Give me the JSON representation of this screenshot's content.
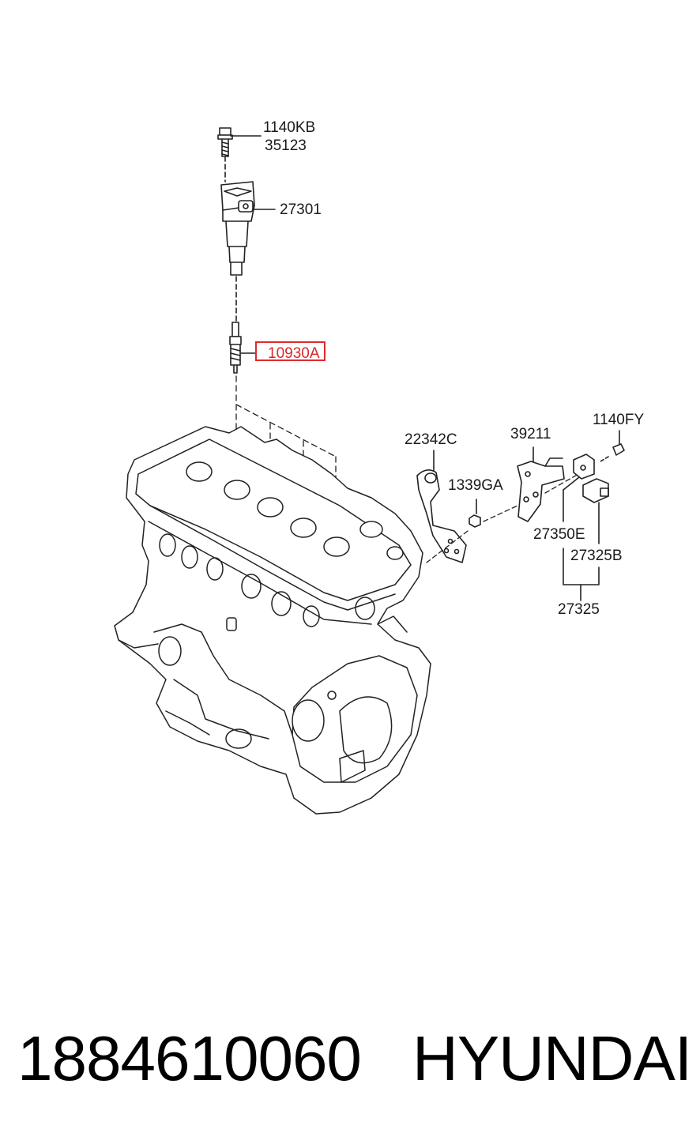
{
  "labels": {
    "bolt_1": "1140KB",
    "bolt_2": "35123",
    "ignition_coil": "27301",
    "spark_plug": "10930A",
    "bracket": "22342C",
    "nut": "1339GA",
    "sensor_bracket": "39211",
    "bolt_fy": "1140FY",
    "sensor_e": "27350E",
    "sensor_b": "27325B",
    "sensor_assy": "27325"
  },
  "caption": {
    "part_number": "1884610060",
    "brand": "HYUNDAI"
  },
  "highlight_color": "#e02a2a"
}
